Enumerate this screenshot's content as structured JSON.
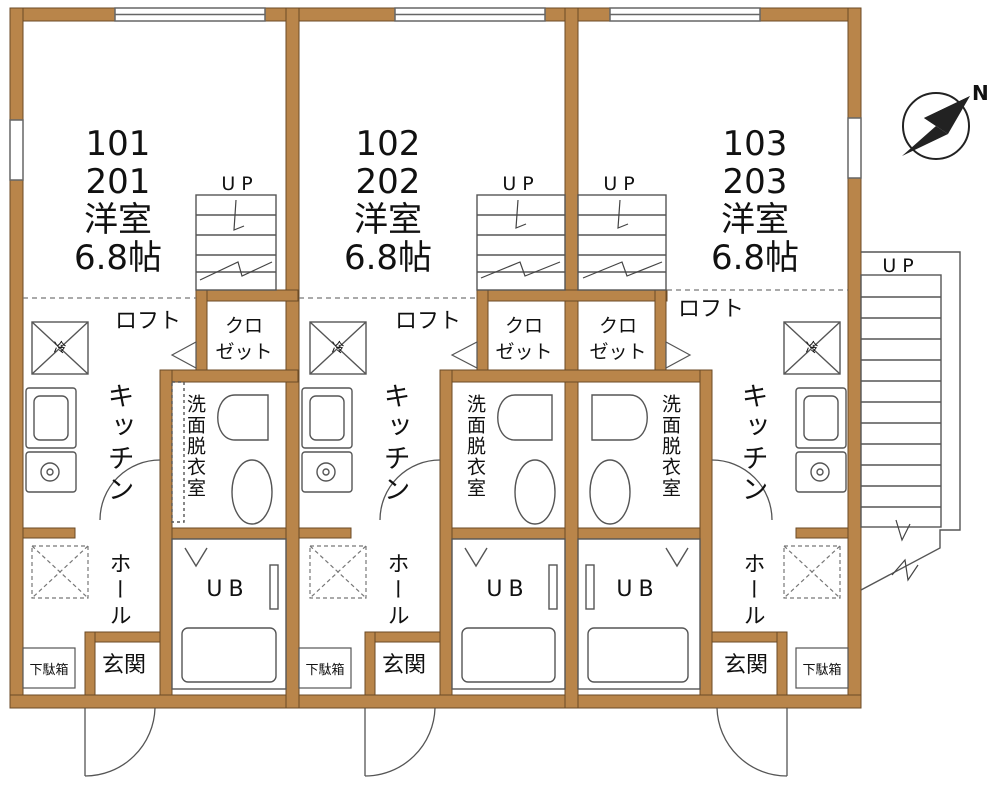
{
  "compass": {
    "north_label": "N"
  },
  "units": [
    {
      "number_lower": "101",
      "number_upper": "201",
      "room_type": "洋室",
      "room_size": "6.8帖"
    },
    {
      "number_lower": "102",
      "number_upper": "202",
      "room_type": "洋室",
      "room_size": "6.8帖"
    },
    {
      "number_lower": "103",
      "number_upper": "203",
      "room_type": "洋室",
      "room_size": "6.8帖"
    }
  ],
  "labels": {
    "up": "UP",
    "loft": "ロフト",
    "closet_line1": "クロ",
    "closet_line2": "ゼット",
    "fridge": "冷",
    "kitchen": "キッチン",
    "washroom": "洗面脱衣室",
    "unit_bath": "UB",
    "hall": "ホール",
    "entrance": "玄関",
    "shoe_box": "下駄箱"
  },
  "colors": {
    "wall": "#b9854a",
    "wall_outline": "#6b4a25",
    "line": "#555555",
    "compass": "#222222"
  }
}
